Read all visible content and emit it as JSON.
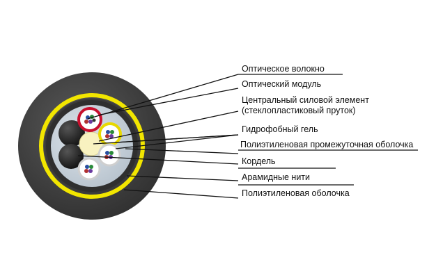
{
  "labels": {
    "optical_fiber": "Оптическое волокно",
    "optical_module": "Оптический модуль",
    "central_strength_line1": "Центральный силовой элемент",
    "central_strength_line2": "(стеклопластиковый пруток)",
    "hydrophobic_gel": "Гидрофобный гель",
    "pe_intermediate_sheath": "Полиэтиленовая промежуточная оболочка",
    "cordel": "Кордель",
    "aramid_yarn": "Арамидные нити",
    "pe_outer_sheath": "Полиэтиленовая оболочка"
  },
  "colors": {
    "outer_sheath": "#3f3f3f",
    "aramid_ring": "#f2e600",
    "intermediate_sheath": "#2f2f2f",
    "gel_fill": "#c9d3dc",
    "central_element": "#f8f2c0",
    "cordel": "#1e1e1e",
    "module_red": "#c8102e",
    "module_yellow": "#e8d800",
    "module_white": "#f2f2f2",
    "leader_line": "#111111"
  },
  "icons": [
    "fiber-bundle-icon"
  ]
}
